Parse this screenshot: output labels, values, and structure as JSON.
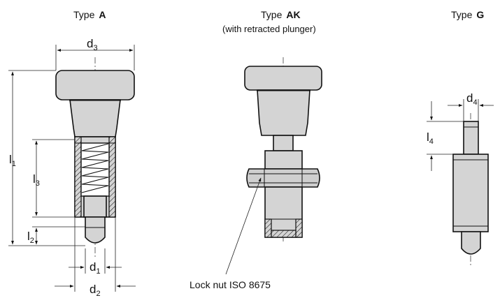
{
  "views": {
    "type_a": {
      "prefix": "Type",
      "letter": "A"
    },
    "type_ak": {
      "prefix": "Type",
      "letter": "AK",
      "subtitle": "(with retracted plunger)"
    },
    "type_g": {
      "prefix": "Type",
      "letter": "G"
    }
  },
  "dimensions": {
    "d1": {
      "base": "d",
      "sub": "1"
    },
    "d2": {
      "base": "d",
      "sub": "2"
    },
    "d3": {
      "base": "d",
      "sub": "3"
    },
    "d4": {
      "base": "d",
      "sub": "4"
    },
    "l1": {
      "base": "l",
      "sub": "1"
    },
    "l2": {
      "base": "l",
      "sub": "2"
    },
    "l3": {
      "base": "l",
      "sub": "3"
    },
    "l4": {
      "base": "l",
      "sub": "4"
    }
  },
  "annotations": {
    "lock_nut": "Lock nut ISO 8675"
  },
  "colors": {
    "outline": "#111111",
    "part_fill": "#d4d4d4",
    "background": "#ffffff"
  }
}
